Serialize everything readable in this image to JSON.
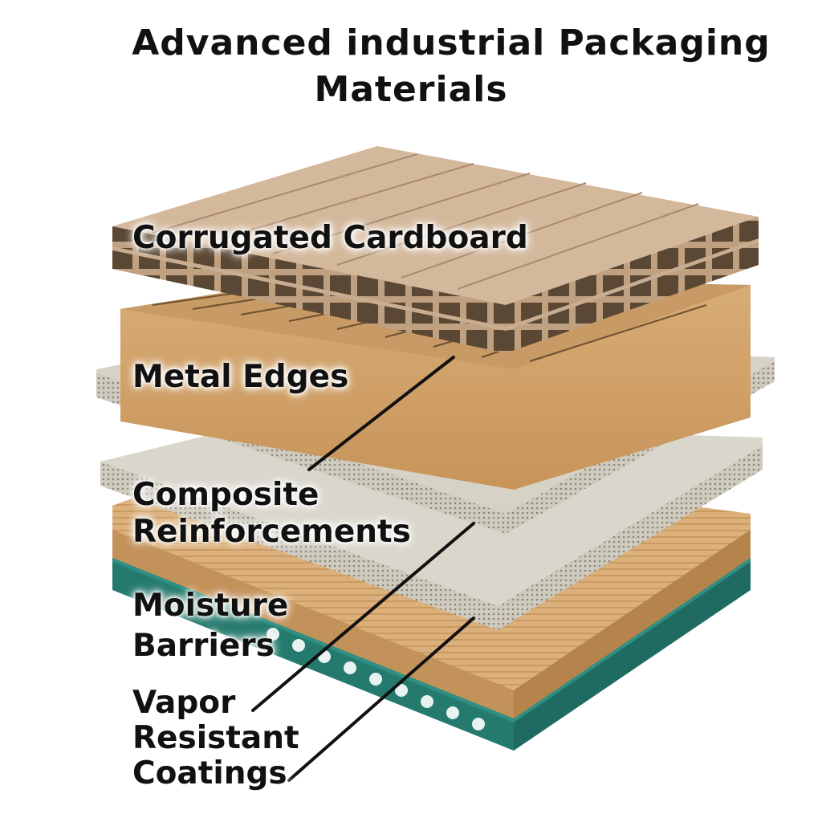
{
  "title": {
    "line1": "Advanced industrial Packaging",
    "line2": "Materials"
  },
  "labels": {
    "corrugated": "Corrugated Cardboard",
    "metal": "Metal Edges",
    "composite": "Composite\nReinforcements",
    "moisture": "Moisture\nBarriers",
    "vapor": "Vapor\nResistant\nCoatings"
  },
  "colors": {
    "cardboard": "#d3b597",
    "wood": "#d9ae78",
    "composite": "#d9d6cc",
    "teal": "#2e8f82",
    "leader": "#111111"
  }
}
